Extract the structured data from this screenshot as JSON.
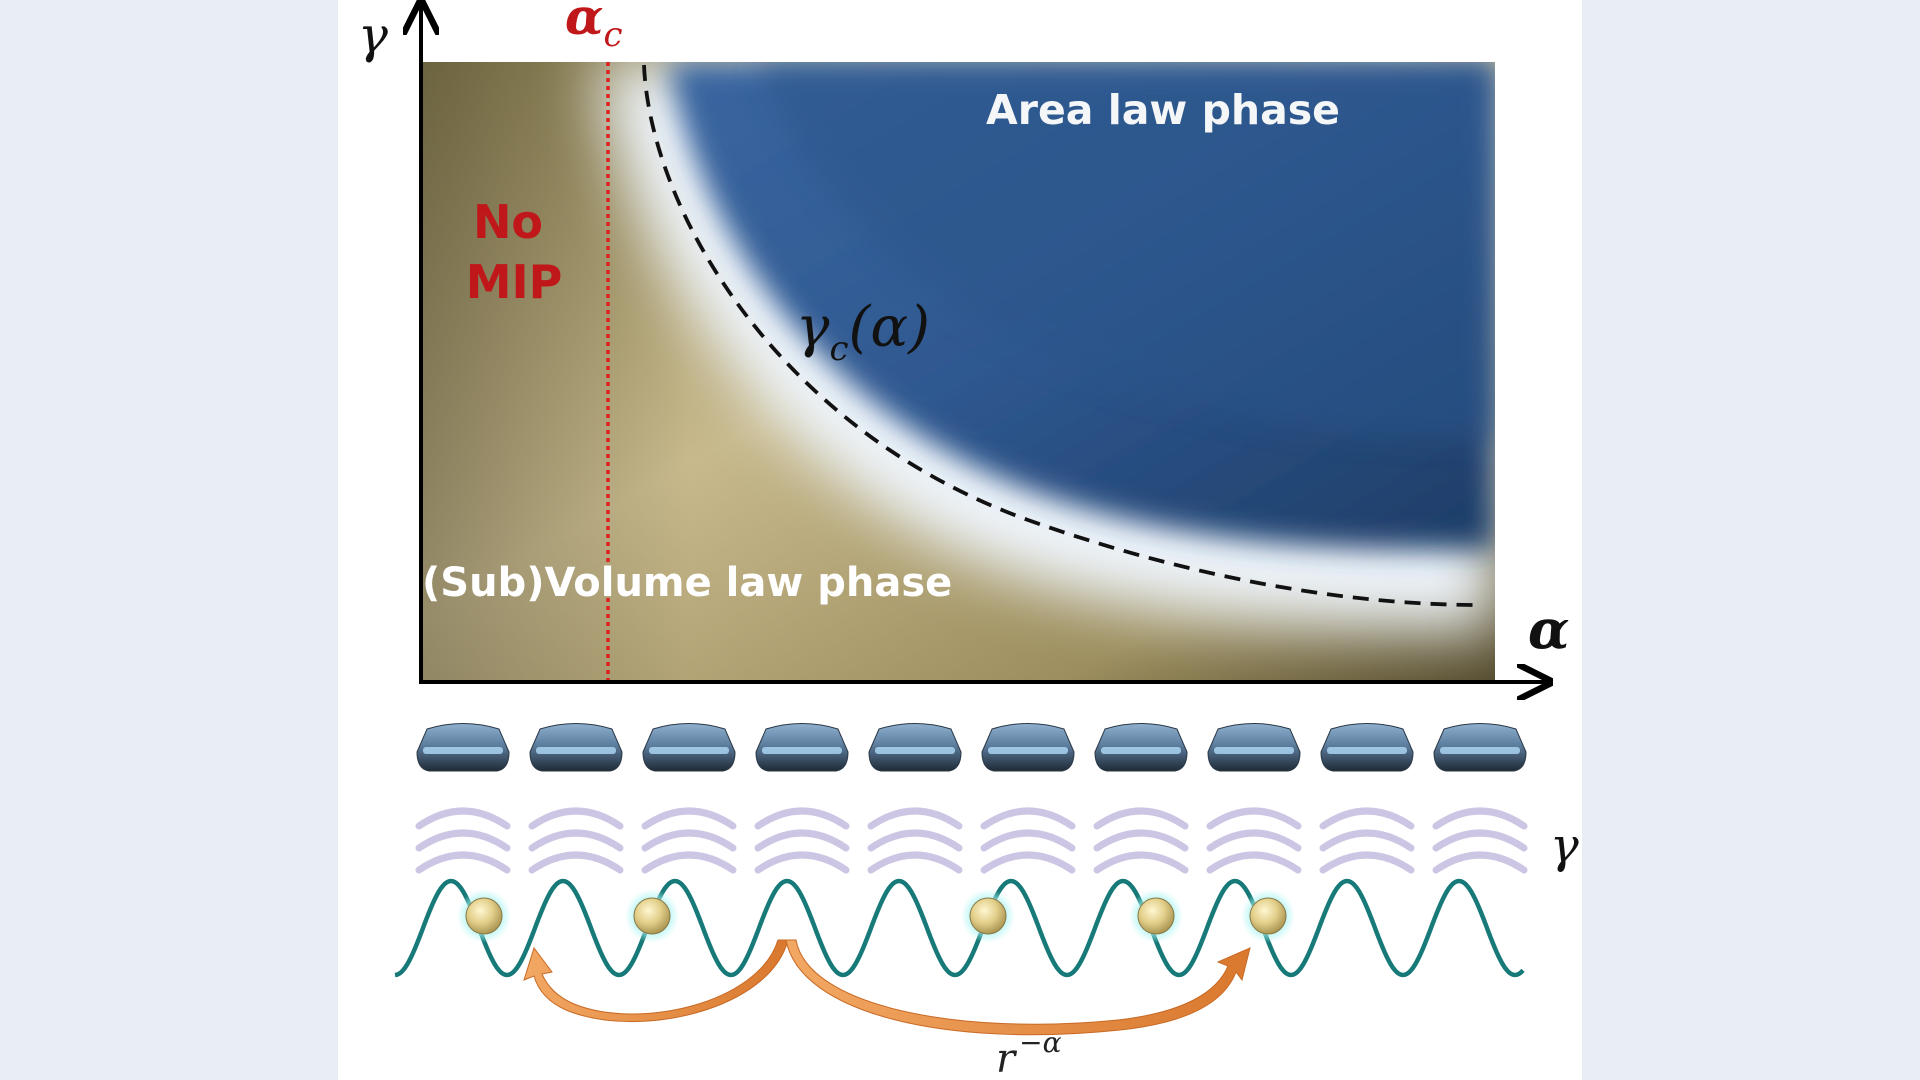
{
  "axes": {
    "y_symbol": "γ",
    "x_symbol": "α",
    "critical_alpha": {
      "base": "α",
      "sub": "c"
    }
  },
  "phases": {
    "area_law": "Area law phase",
    "volume_law": "(Sub)Volume law phase",
    "no_mip_line1": "No",
    "no_mip_line2": "MIP"
  },
  "boundary": {
    "gamma": "γ",
    "sub": "c",
    "arg": "(α)"
  },
  "lattice": {
    "measurement_rate": "γ",
    "hopping": {
      "base": "r",
      "exp": "−α"
    },
    "detectors": 10,
    "occupied_sites": [
      1,
      4,
      10,
      13,
      15
    ]
  },
  "colors": {
    "area_phase": "#244a7c",
    "volume_phase": "#b9aa7a",
    "critical_line": "#e0201e",
    "label_red": "#c0171a",
    "lattice_wave": "#187a78",
    "hopping_arrow": "#e8924a",
    "atom": "#e2cf8a"
  },
  "icons": [
    "measurement-device-icon",
    "measurement-wave-icon",
    "atom-icon",
    "hopping-arrow-icon"
  ]
}
